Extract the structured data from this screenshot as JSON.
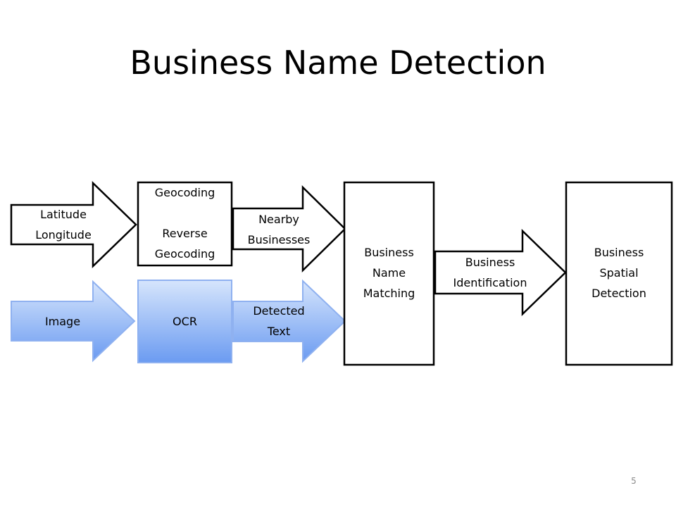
{
  "title": "Business Name Detection",
  "page_number": "5",
  "colors": {
    "outline": "#000000",
    "blue_fill_top": "#cfe0fb",
    "blue_fill_bottom": "#6e9ef2",
    "blue_stroke": "#8fb1f0"
  },
  "nodes": {
    "latlon": [
      "Latitude",
      "Longitude"
    ],
    "geocoding": [
      "Geocoding",
      "",
      "Reverse",
      "Geocoding"
    ],
    "nearby": [
      "Nearby",
      "Businesses"
    ],
    "image": [
      "Image"
    ],
    "ocr": [
      "OCR"
    ],
    "detected": [
      "Detected",
      "Text"
    ],
    "matching": [
      "Business",
      "Name",
      "Matching"
    ],
    "identification": [
      "Business",
      "Identification"
    ],
    "spatial": [
      "Business",
      "Spatial",
      "Detection"
    ]
  }
}
